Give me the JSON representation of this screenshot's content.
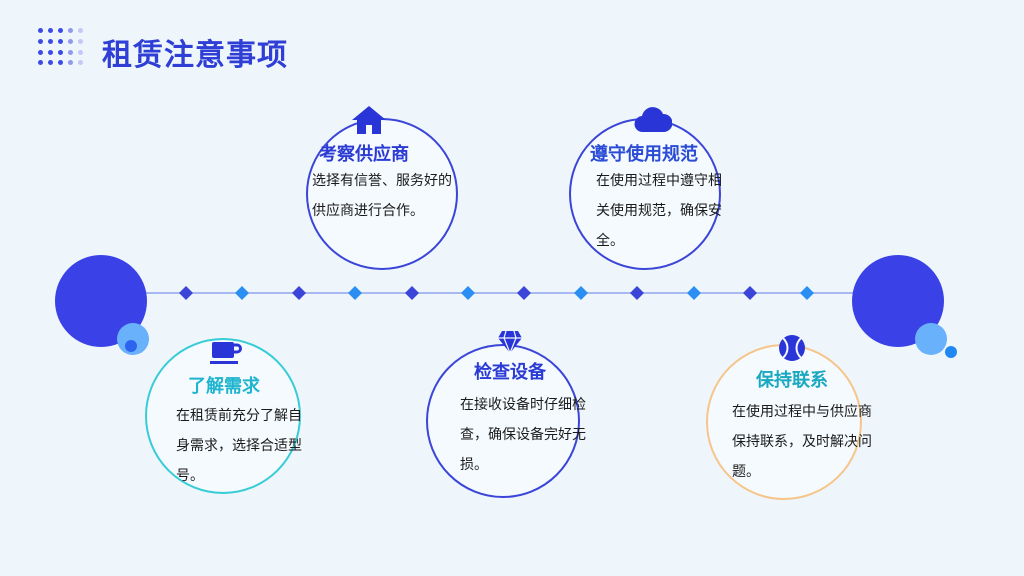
{
  "page": {
    "title": "租赁注意事项"
  },
  "cards": [
    {
      "id": "understand",
      "heading": "了解需求",
      "text": "在租赁前充分了解自身需求，选择合适型号。",
      "icon": "coffee-cup-icon"
    },
    {
      "id": "inspect-supplier",
      "heading": "考察供应商",
      "text": "选择有信誉、服务好的供应商进行合作。",
      "icon": "house-icon"
    },
    {
      "id": "check-device",
      "heading": "检查设备",
      "text": "在接收设备时仔细检查，确保设备完好无损。",
      "icon": "diamond-icon"
    },
    {
      "id": "follow-rules",
      "heading": "遵守使用规范",
      "text": "在使用过程中遵守相关使用规范，确保安全。",
      "icon": "cloud-icon"
    },
    {
      "id": "keep-contact",
      "heading": "保持联系",
      "text": "在使用过程中与供应商保持联系，及时解决问题。",
      "icon": "tennis-ball-icon"
    }
  ],
  "colors": {
    "primary": "#3b45d8",
    "accent": "#3d86f5",
    "cyan": "#38ccd6",
    "peach": "#f6c58a"
  }
}
